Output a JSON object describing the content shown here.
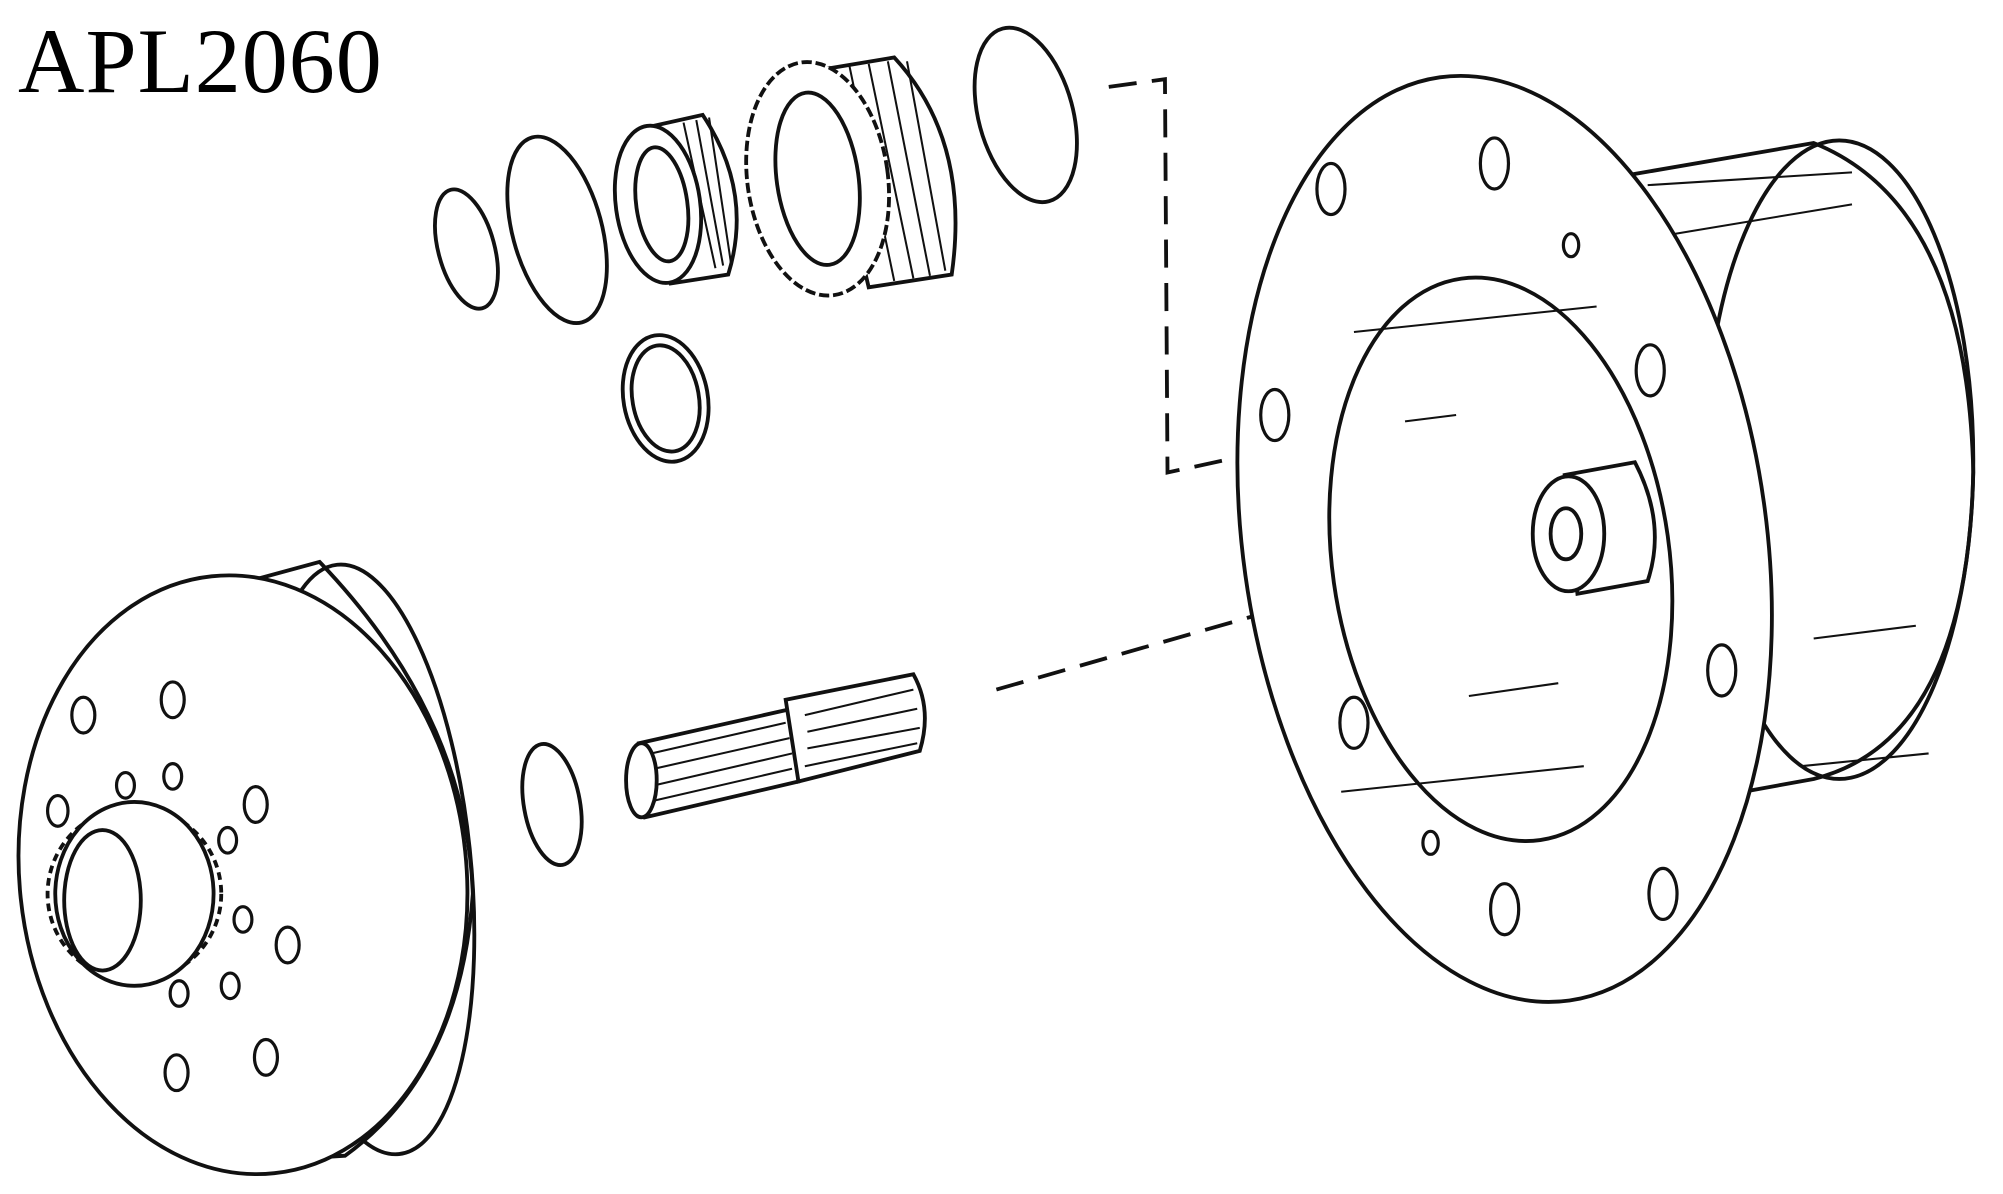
{
  "diagram": {
    "title": "APL2060",
    "type": "exploded parts diagram",
    "parts": [
      "snap-ring-small",
      "snap-ring-large",
      "roller-bearing",
      "planet-gear",
      "retaining-ring",
      "seal-ring",
      "planet-carrier-housing",
      "shaft-snap-ring",
      "splined-shaft",
      "flanged-hub"
    ]
  }
}
